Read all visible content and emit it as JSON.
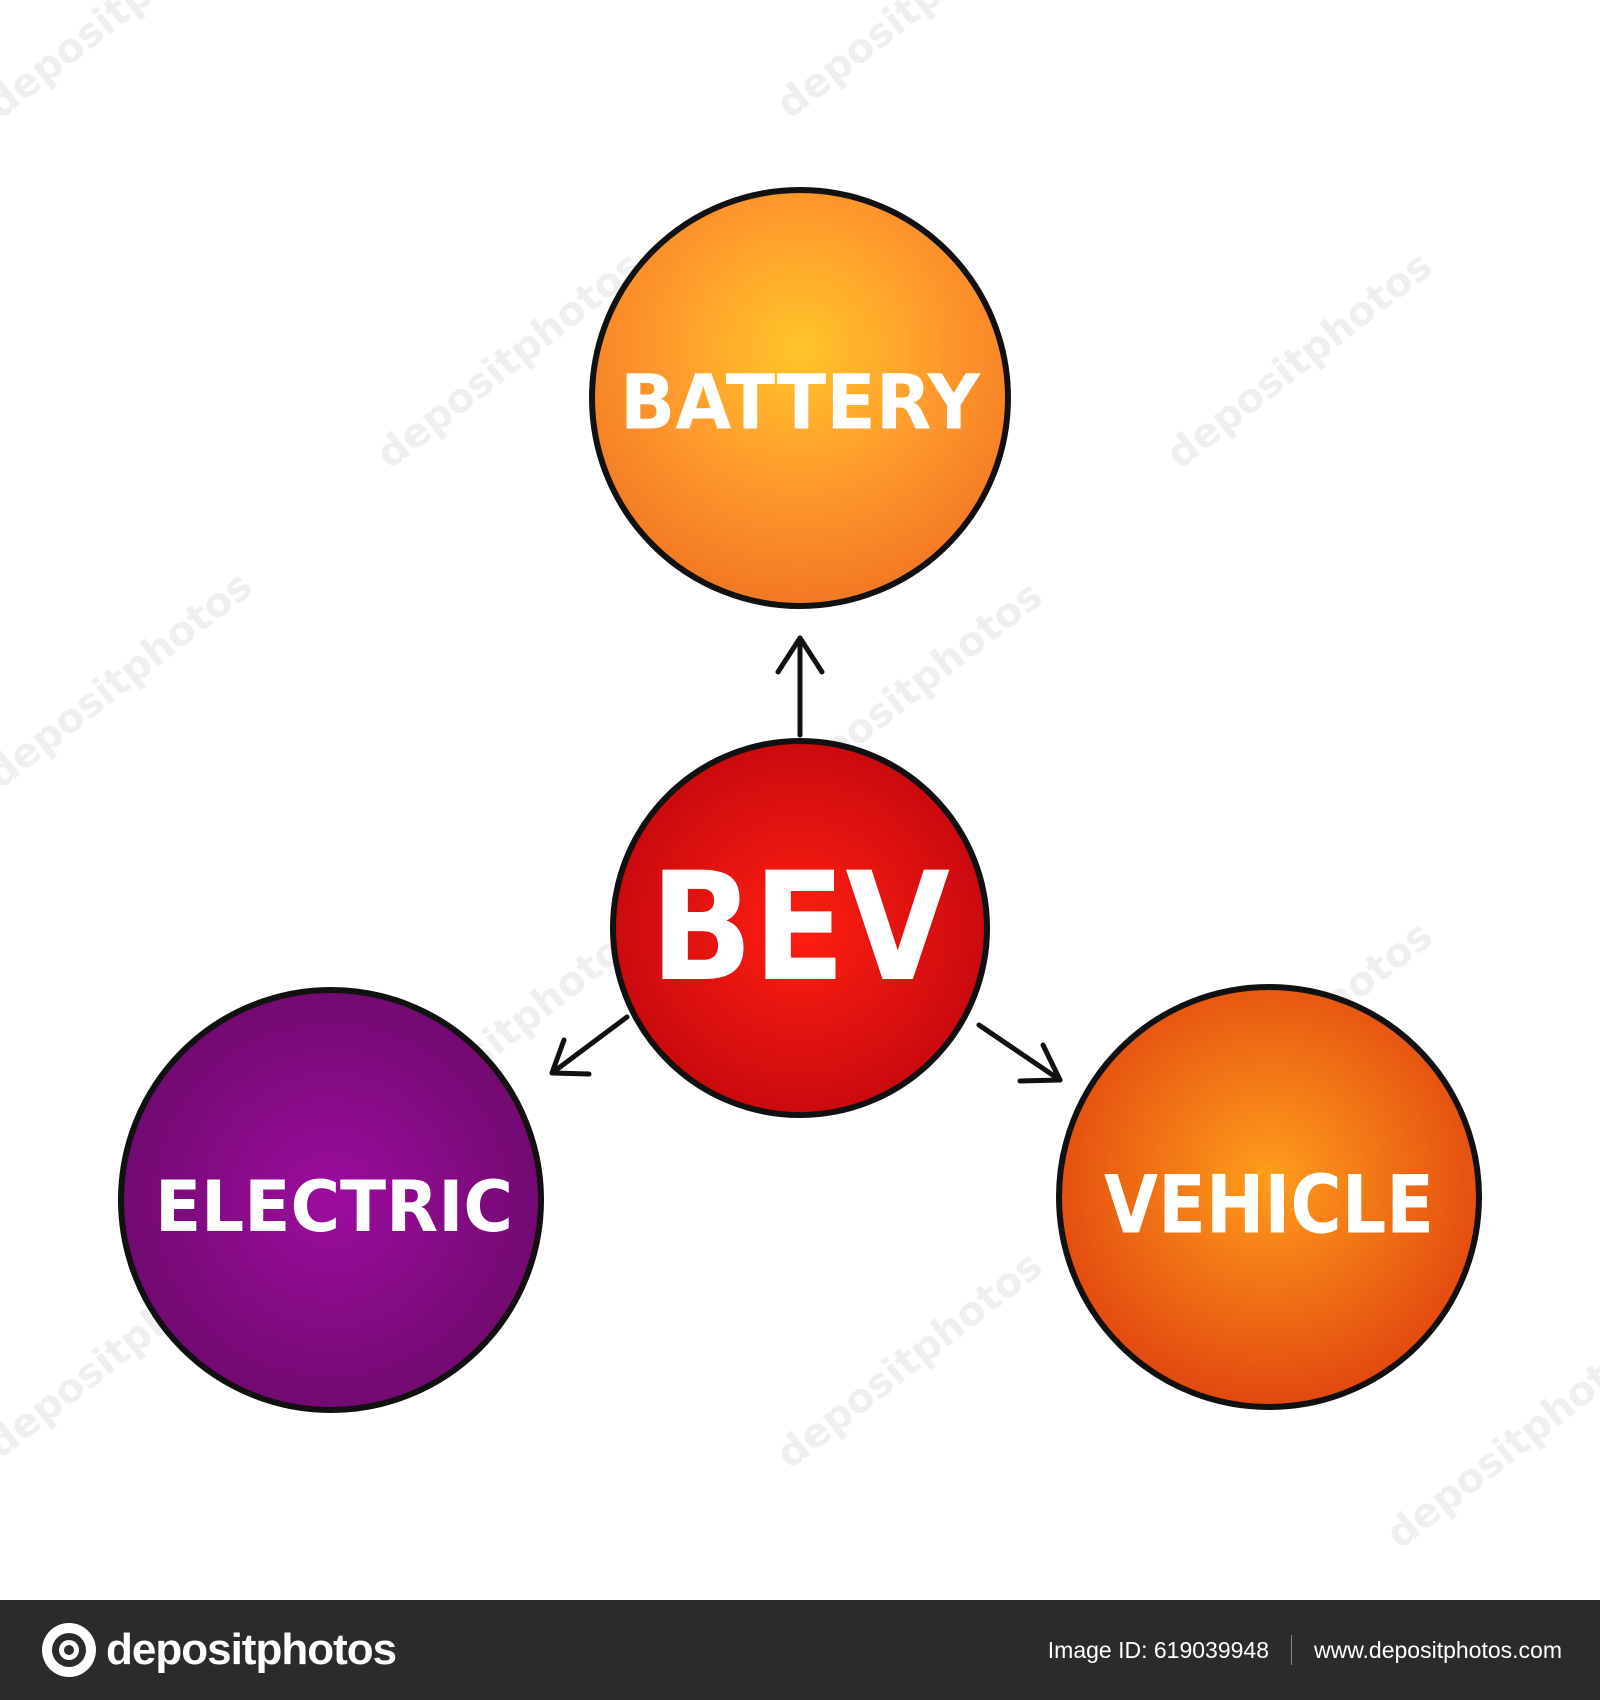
{
  "diagram": {
    "center": {
      "label": "BEV",
      "color": "#d10b0b"
    },
    "nodes": [
      {
        "key": "top",
        "label": "BATTERY",
        "color": "#fb8f24"
      },
      {
        "key": "left",
        "label": "ELECTRIC",
        "color": "#8a0a86"
      },
      {
        "key": "right",
        "label": "VEHICLE",
        "color": "#f26a12"
      }
    ],
    "edges": [
      {
        "from": "BEV",
        "to": "BATTERY"
      },
      {
        "from": "BEV",
        "to": "ELECTRIC"
      },
      {
        "from": "BEV",
        "to": "VEHICLE"
      }
    ],
    "watermark": "depositphotos"
  },
  "footer": {
    "brand": "depositphotos",
    "image_id": "Image ID: 619039948",
    "site": "www.depositphotos.com",
    "background": "#2b2b2b"
  }
}
